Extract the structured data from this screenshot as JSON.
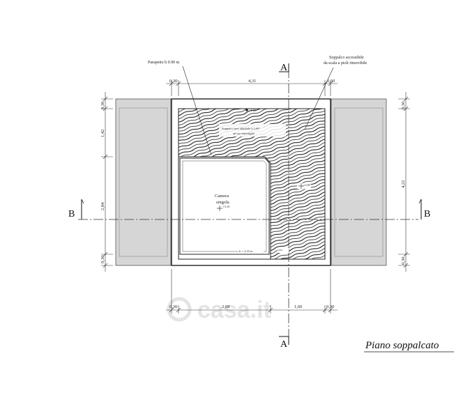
{
  "drawing": {
    "caption": "Piano soppalcato",
    "watermark": "casa.it"
  },
  "annotations": {
    "parapetto": "Parapetto h 0.90 m",
    "soppalco_line1": "Soppalco accessibile",
    "soppalco_line2": "da scala a pioli rimovibile",
    "non_abitabile_line1": "Soppalco non abitabile h 1,60",
    "non_abitabile_line2": "ad uso ripostiglio",
    "room_name_line1": "Camera",
    "room_name_line2": "singola",
    "level_top": "+1.66",
    "level_room": "+3,10",
    "level_right": "+2,85",
    "level_bottom": "h = 2,20 m",
    "section_a": "A",
    "section_b": "B"
  },
  "dimensions": {
    "top": [
      "0,30",
      "4,31",
      "0,30"
    ],
    "bottom": [
      "0,30",
      "2,69",
      "1,60",
      "0,30"
    ],
    "left": [
      "0,30",
      "1,42",
      "2,84",
      "0,30"
    ],
    "right": [
      "0,30",
      "4,22",
      "0,30"
    ]
  }
}
